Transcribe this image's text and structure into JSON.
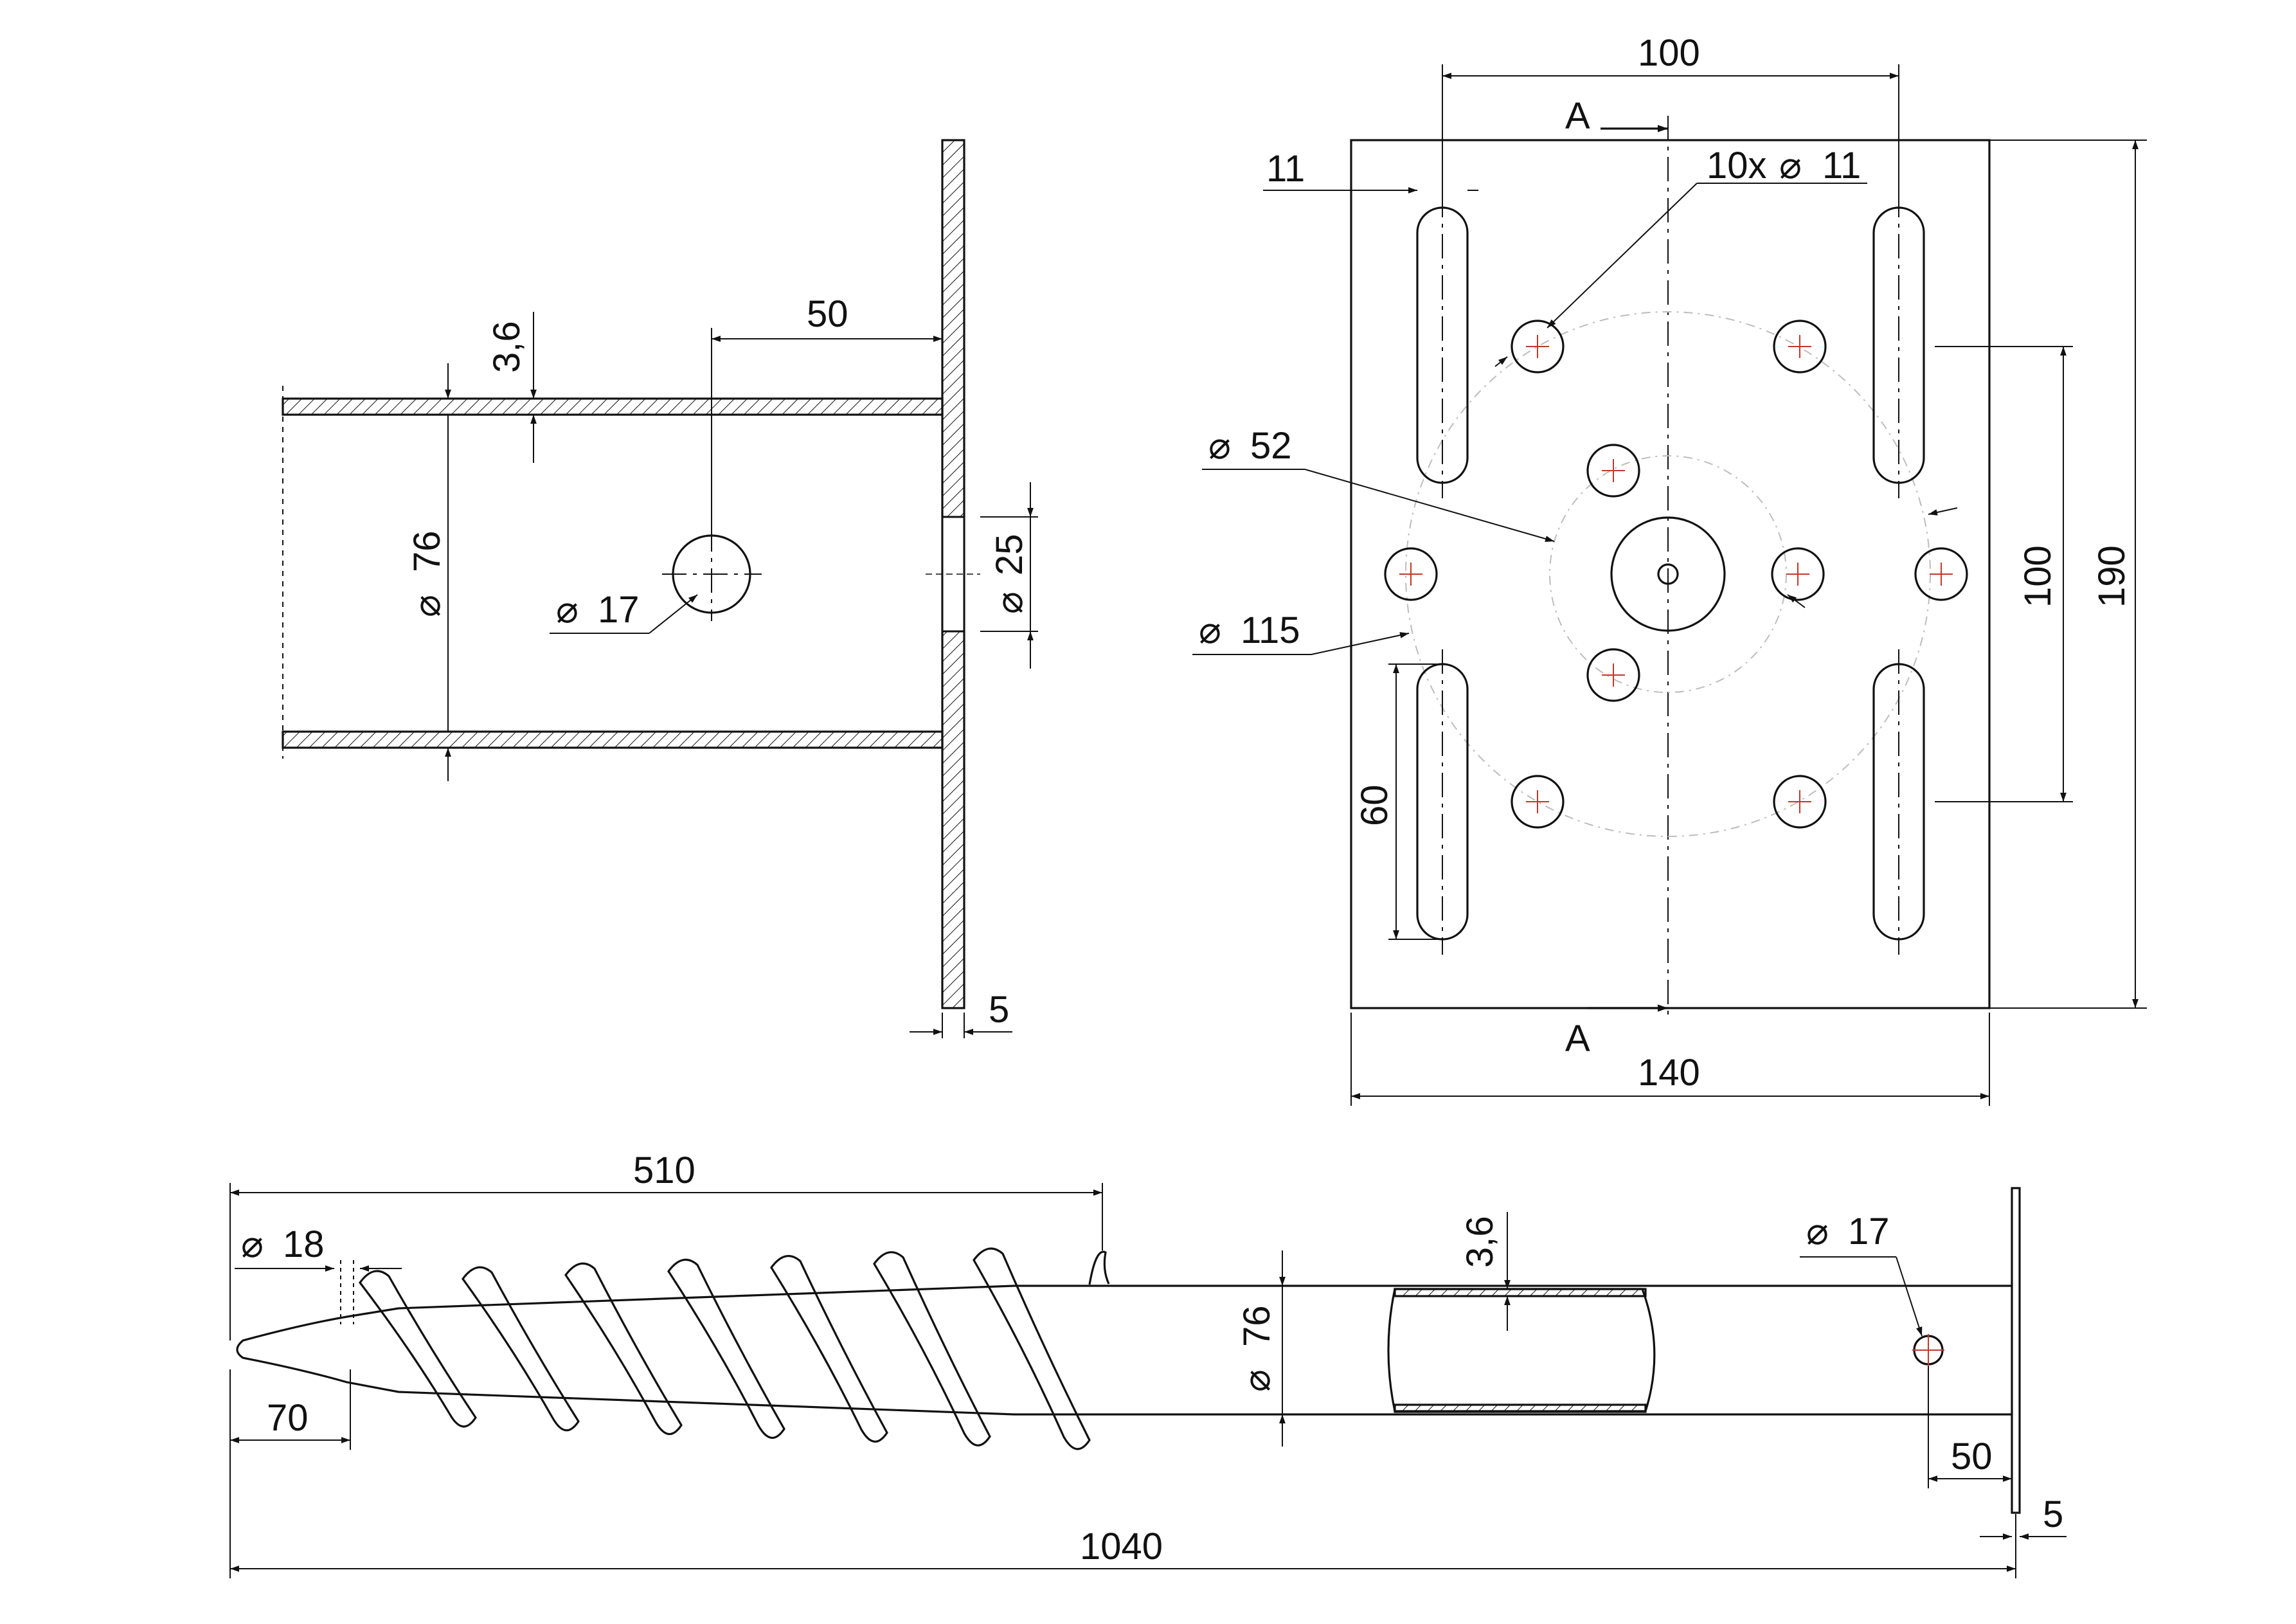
{
  "section_label": "A",
  "section_view": {
    "wall_thickness": "3,6",
    "hole_offset": "50",
    "tube_diameter": "76",
    "hole_diameter": "17",
    "center_hole_diameter": "25",
    "plate_thickness": "5"
  },
  "plate_view": {
    "slot_spacing": "100",
    "slot_width": "11",
    "hole_callout": "10x",
    "hole_diameter": "11",
    "inner_pcd": "52",
    "outer_pcd": "115",
    "slot_length": "60",
    "hole_spacing": "100",
    "plate_height": "190",
    "plate_width": "140"
  },
  "screw_view": {
    "spiral_length": "510",
    "tip_diameter": "18",
    "tip_length": "70",
    "wall_thickness": "3,6",
    "tube_diameter": "76",
    "hole_diameter": "17",
    "hole_offset": "50",
    "plate_thickness": "5",
    "total_length": "1040"
  },
  "symbols": {
    "diameter": "⌀"
  }
}
